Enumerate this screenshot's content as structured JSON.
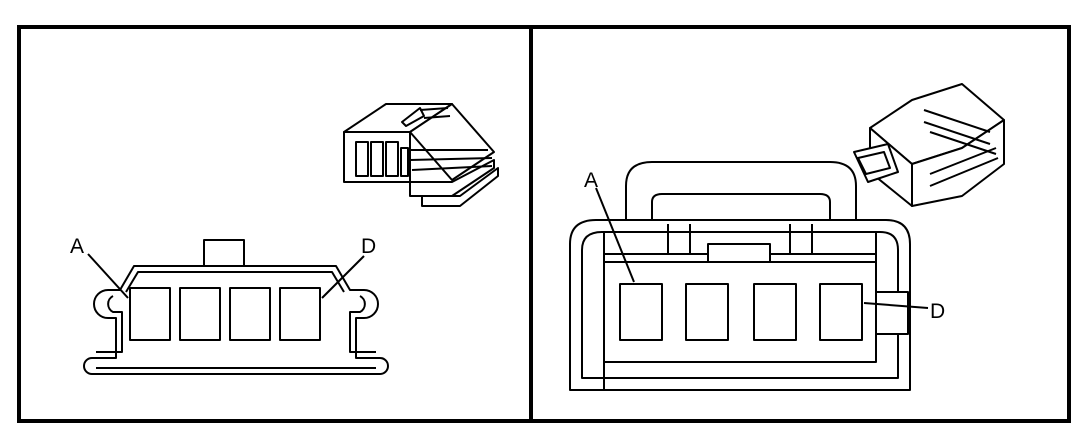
{
  "left_panel": {
    "label_a": "A",
    "label_d": "D",
    "terminal_count": 4
  },
  "right_panel": {
    "label_a": "A",
    "label_d": "D",
    "terminal_count": 4
  },
  "colors": {
    "line": "#000000",
    "background": "#ffffff"
  }
}
